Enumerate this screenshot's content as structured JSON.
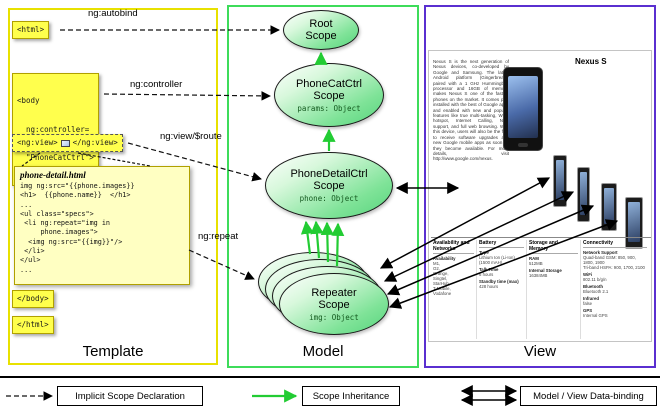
{
  "columns": {
    "template": {
      "label": "Template"
    },
    "model": {
      "label": "Model"
    },
    "view": {
      "label": "View"
    }
  },
  "template": {
    "html_open": "<html>",
    "body_open": [
      "<body",
      "  ng:controller=",
      "  \"PhoneCatCtrl\">"
    ],
    "ng_view_open": "<ng:view>",
    "ng_view_close": "</ng:view>",
    "body_close": "</body>",
    "html_close": "</html>",
    "code": {
      "title": "phone-detail.html",
      "lines": [
        "img ng:src=\"{{phone.images}}",
        "<h1>  {{phone.name}}  </h1>",
        "...",
        "<ul class=\"specs\">",
        " <li ng:repeat=\"img in",
        "     phone.images\">",
        "  <img ng:src=\"{{img}}\"/>",
        " </li>",
        "</ul>",
        "..."
      ]
    }
  },
  "model": {
    "root_scope": {
      "line1": "Root",
      "line2": "Scope"
    },
    "phonecat": {
      "line1": "PhoneCatCtrl",
      "line2": "Scope",
      "prop": "params: Object"
    },
    "phonedetail": {
      "line1": "PhoneDetailCtrl",
      "line2": "Scope",
      "prop": "phone: Object"
    },
    "repeater": {
      "line1": "Repeater",
      "line2": "Scope",
      "prop": "img: Object"
    }
  },
  "edges": {
    "ng_autobind": "ng:autobind",
    "ng_controller": "ng:controller",
    "ng_view_route": "ng:view/$route",
    "ng_repeat": "ng:repeat"
  },
  "view": {
    "title": "Nexus S",
    "description": "Nexus S is the next generation of Nexus devices, co-developed by Google and Samsung. The latest Android platform (Gingerbread), paired with a 1 GHz Hummingbird processor and 16GB of memory, makes Nexus S one of the fastest phones on the market. It comes pre-installed with the best of Google apps and enabled with new and popular features like true multi-tasking, Wi-Fi hotspot, Internet Calling, NFC support, and full web browsing. With this device, users will also be the first to receive software upgrades and new Google mobile apps as soon as they become available. For more details, visit http://www.google.com/nexus.",
    "specs": [
      {
        "header": "Availability and Networks",
        "items": [
          {
            "l": "Availability",
            "v": "M1,\nO2,\nOrange,\nSingtel,\nStarHub,\nT-Mobile,\nVodafone"
          }
        ]
      },
      {
        "header": "Battery",
        "items": [
          {
            "l": "Type",
            "v": "Lithium Ion (Li-Ion) (1500 mAH)"
          },
          {
            "l": "Talk Time",
            "v": "6 hours"
          },
          {
            "l": "Standby time (max)",
            "v": "428 hours"
          }
        ]
      },
      {
        "header": "Storage and Memory",
        "items": [
          {
            "l": "RAM",
            "v": "512MB"
          },
          {
            "l": "Internal Storage",
            "v": "16384MB"
          }
        ]
      },
      {
        "header": "Connectivity",
        "items": [
          {
            "l": "Network Support",
            "v": "Quad-band GSM: 850, 900, 1800, 1900\nTri-band HSPA: 900, 1700, 2100"
          },
          {
            "l": "WiFi",
            "v": "802.11 b/g/n"
          },
          {
            "l": "Bluetooth",
            "v": "Bluetooth 2.1"
          },
          {
            "l": "Infrared",
            "v": "false"
          },
          {
            "l": "GPS",
            "v": "Internal GPS"
          }
        ]
      }
    ]
  },
  "legend": {
    "implicit": "Implicit Scope Declaration",
    "inheritance": "Scope Inheritance",
    "databinding": "Model / View Data-binding"
  },
  "colors": {
    "template_border": "#e8e100",
    "model_border": "#3ddc5a",
    "view_border": "#5a2fd0",
    "tag_background": "#ffff4d",
    "scope_fill": "#7fe398",
    "inheritance_arrow": "#22cc33"
  }
}
